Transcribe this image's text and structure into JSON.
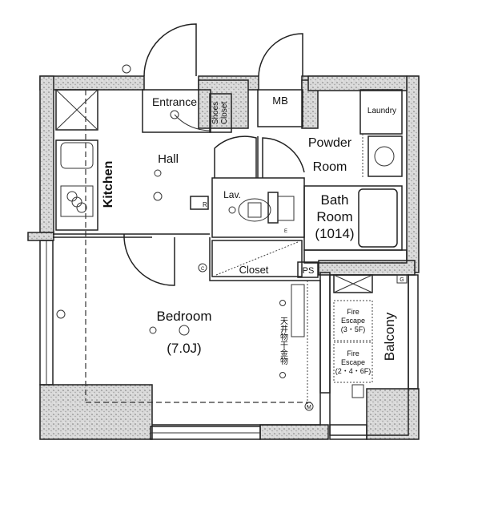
{
  "floor_plan": {
    "rooms": {
      "entrance": "Entrance",
      "shoes_closet": [
        "Shoes",
        "Closet"
      ],
      "mb": "MB",
      "laundry": "Laundry",
      "powder_room": [
        "Powder",
        "Room"
      ],
      "hall": "Hall",
      "kitchen": "Kitchen",
      "lav": "Lav.",
      "bath_room": [
        "Bath",
        "Room",
        "(1014)"
      ],
      "closet": "Closet",
      "ps": "PS",
      "g": "G",
      "bedroom": "Bedroom",
      "bedroom_size": "(7.0J)",
      "ceiling_hanger": "天井物干金物",
      "fire_escape_1": [
        "Fire",
        "Escape",
        "(3・5F)"
      ],
      "fire_escape_2": [
        "Fire",
        "Escape",
        "(2・4・6F)"
      ],
      "balcony": "Balcony"
    },
    "symbols": {
      "r": "R",
      "m": "M",
      "c": "C",
      "e": "E"
    }
  }
}
